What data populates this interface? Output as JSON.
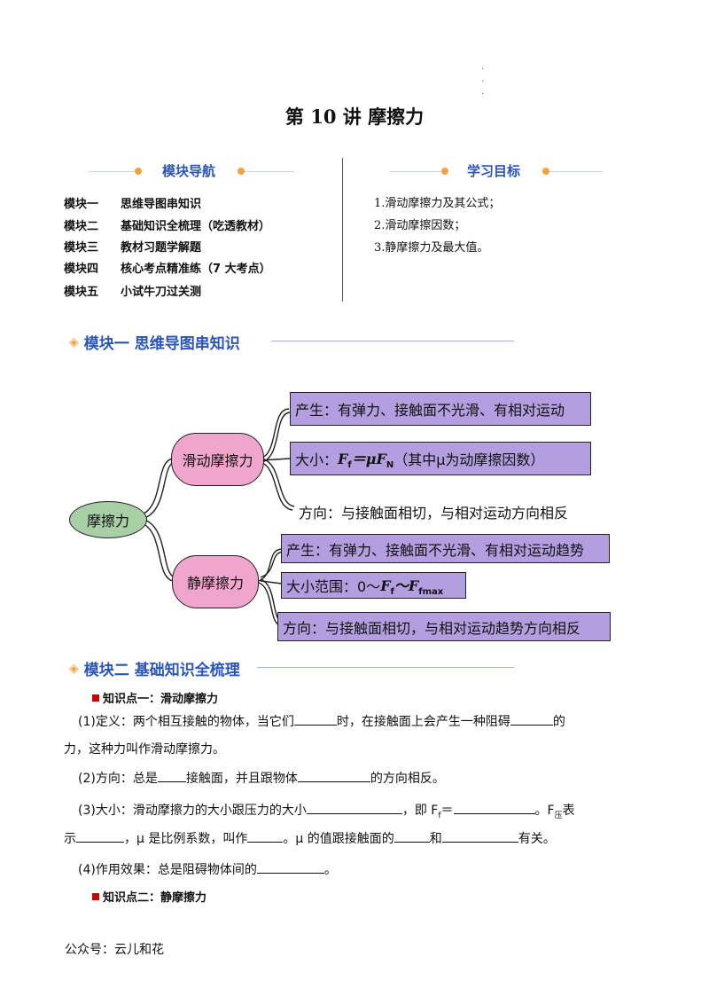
{
  "page_title": "第 10 讲  摩擦力",
  "dots": "·\n·\n·",
  "nav": {
    "title": "模块导航",
    "items": [
      {
        "key": "模块一",
        "label": "思维导图串知识"
      },
      {
        "key": "模块二",
        "label": "基础知识全梳理（吃透教材）"
      },
      {
        "key": "模块三",
        "label": "教材习题学解题"
      },
      {
        "key": "模块四",
        "label": "核心考点精准练（7 大考点）"
      },
      {
        "key": "模块五",
        "label": "小试牛刀过关测"
      }
    ]
  },
  "goals": {
    "title": "学习目标",
    "items": [
      "1.滑动摩擦力及其公式；",
      "2.滑动摩擦因数；",
      "3.静摩擦力及最大值。"
    ]
  },
  "section1": {
    "title": "模块一 思维导图串知识"
  },
  "mindmap": {
    "root": "摩擦力",
    "sliding": {
      "label": "滑动摩擦力",
      "cause": "产生：有弹力、接触面不光滑、有相对运动",
      "size_prefix": "大小：",
      "size_formula": "F",
      "size_sub_f": "f",
      "size_eq": "＝μF",
      "size_sub_n": "N",
      "size_suffix": "（其中μ为动摩擦因数）",
      "direction": "方向：与接触面相切，与相对运动方向相反"
    },
    "static": {
      "label": "静摩擦力",
      "cause": "产生：有弹力、接触面不光滑、有相对运动趋势",
      "range_prefix": "大小范围：0～",
      "range_f": "F",
      "range_sub_f": "f",
      "range_mid": "～F",
      "range_sub_max": "fmax",
      "direction": "方向：与接触面相切，与相对运动趋势方向相反"
    }
  },
  "section2": {
    "title": "模块二 基础知识全梳理"
  },
  "kp1": {
    "title": "知识点一：滑动摩擦力",
    "p1a": "(1)定义：两个相互接触的物体，当它们",
    "p1b": "时，在接触面上会产生一种阻碍",
    "p1c": "的",
    "p1d": "力，这种力叫作滑动摩擦力。",
    "p2a": "(2)方向：总是",
    "p2b": "接触面，并且跟物体",
    "p2c": "的方向相反。",
    "p3a": "(3)大小：滑动摩擦力的大小跟压力的大小",
    "p3b": "，即 F",
    "p3b_sub": "f",
    "p3c": "＝",
    "p3d": "。F",
    "p3d_sub": "压",
    "p3e": "表",
    "p3f": "示",
    "p3g": "，μ 是比例系数，叫作",
    "p3h": "。μ 的值跟接触面的",
    "p3i": "和",
    "p3j": "有关。",
    "p4a": "(4)作用效果：总是阻碍物体间的",
    "p4b": "。"
  },
  "kp2": {
    "title": "知识点二：静摩擦力"
  },
  "footer": "公众号：云儿和花"
}
